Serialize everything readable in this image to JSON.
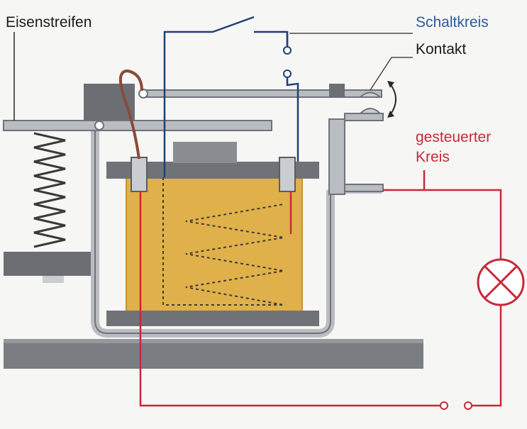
{
  "labels": {
    "iron_strip": "Eisenstreifen",
    "switch_circuit": "Schaltkreis",
    "contact": "Kontakt",
    "controlled_circuit_line1": "gesteuerter",
    "controlled_circuit_line2": "Kreis"
  },
  "colors": {
    "switch_circuit_wire": "#1f3f7a",
    "controlled_circuit_wire": "#c8283a",
    "coil": "#e0b04a",
    "metal": "#6f7378",
    "metal_light": "#b9bdc2",
    "spring": "#3a3a3a"
  }
}
